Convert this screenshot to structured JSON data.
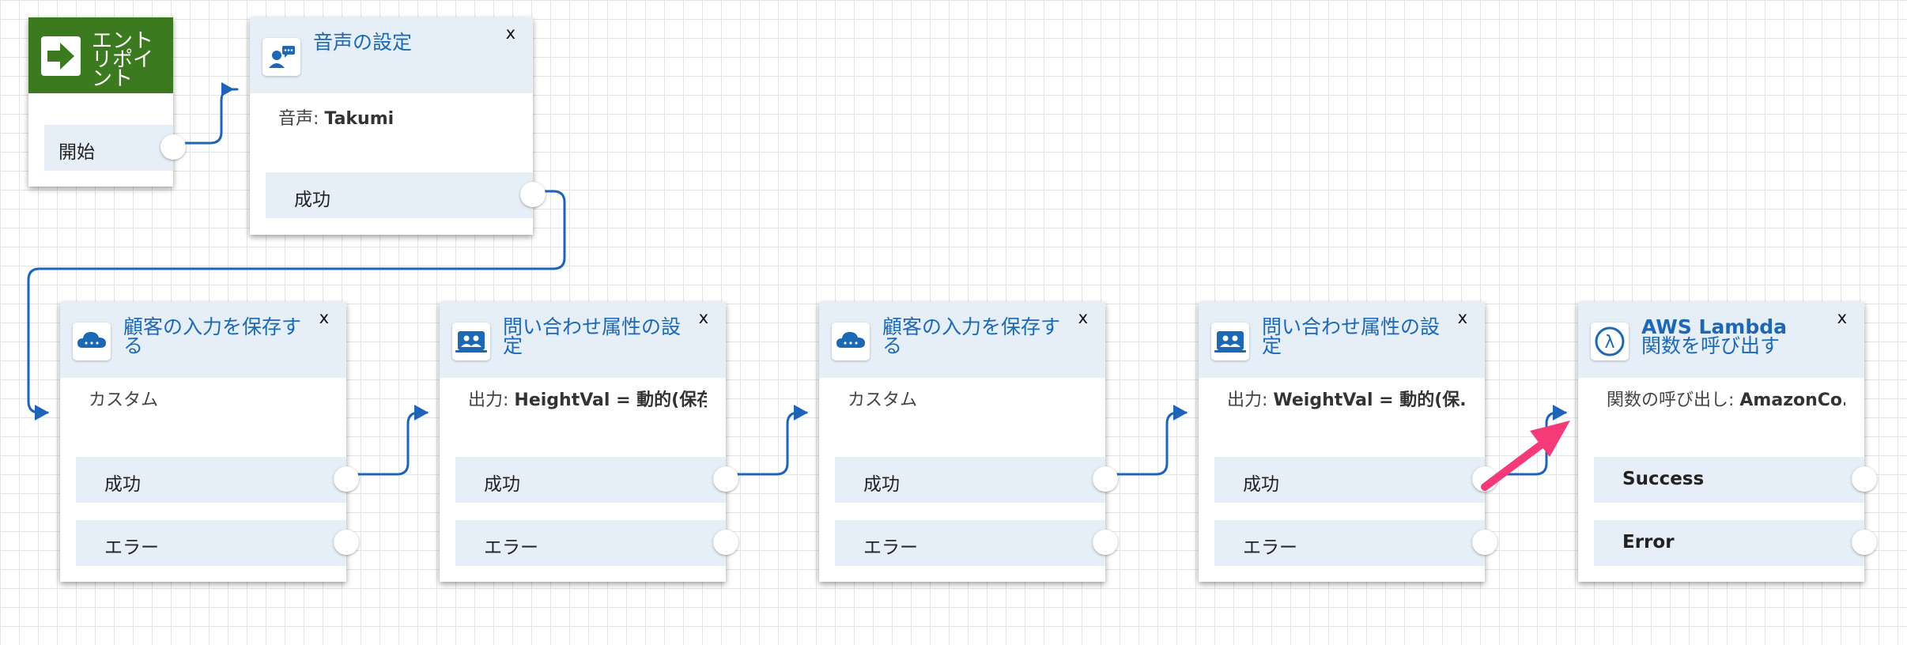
{
  "entry": {
    "title": "エントリポイント",
    "branch": "開始"
  },
  "blocks": [
    {
      "title_line1": "音声の設定",
      "title_line2": "",
      "close": "x",
      "desc_label": "音声: ",
      "desc_value": "Takumi",
      "desc_suffix": "",
      "branches": [
        "成功"
      ]
    },
    {
      "title_line1": "顧客の入力を保存する",
      "title_line2": "",
      "close": "x",
      "desc_label": "カスタム",
      "desc_value": "",
      "desc_suffix": "",
      "branches": [
        "成功",
        "エラー"
      ]
    },
    {
      "title_line1": "問い合わせ属性の設定",
      "title_line2": "",
      "close": "x",
      "desc_label": "出力: ",
      "desc_value": "HeightVal",
      "desc_suffix": " = 動的(保存...",
      "branches": [
        "成功",
        "エラー"
      ]
    },
    {
      "title_line1": "顧客の入力を保存する",
      "title_line2": "",
      "close": "x",
      "desc_label": "カスタム",
      "desc_value": "",
      "desc_suffix": "",
      "branches": [
        "成功",
        "エラー"
      ]
    },
    {
      "title_line1": "問い合わせ属性の設定",
      "title_line2": "",
      "close": "x",
      "desc_label": "出力: ",
      "desc_value": "WeightVal",
      "desc_suffix": " = 動的(保...",
      "branches": [
        "成功",
        "エラー"
      ]
    },
    {
      "title_line1": "AWS Lambda",
      "title_line2": "関数を呼び出す",
      "close": "x",
      "desc_label": "関数の呼び出し: ",
      "desc_value": "AmazonCo...",
      "desc_suffix": "",
      "branches": [
        "Success",
        "Error"
      ]
    }
  ],
  "icons": {
    "entry": "arrow-right-icon",
    "voice": "voice-settings-icon",
    "store_input": "cloud-store-icon",
    "contact_attributes": "contact-attributes-icon",
    "lambda": "lambda-icon"
  },
  "colors": {
    "accent": "#1c68b5",
    "connector": "#1f63b8",
    "entry_header": "#3b7a1e",
    "header_bg": "#e6eff8",
    "highlight_arrow": "#f53a78"
  }
}
